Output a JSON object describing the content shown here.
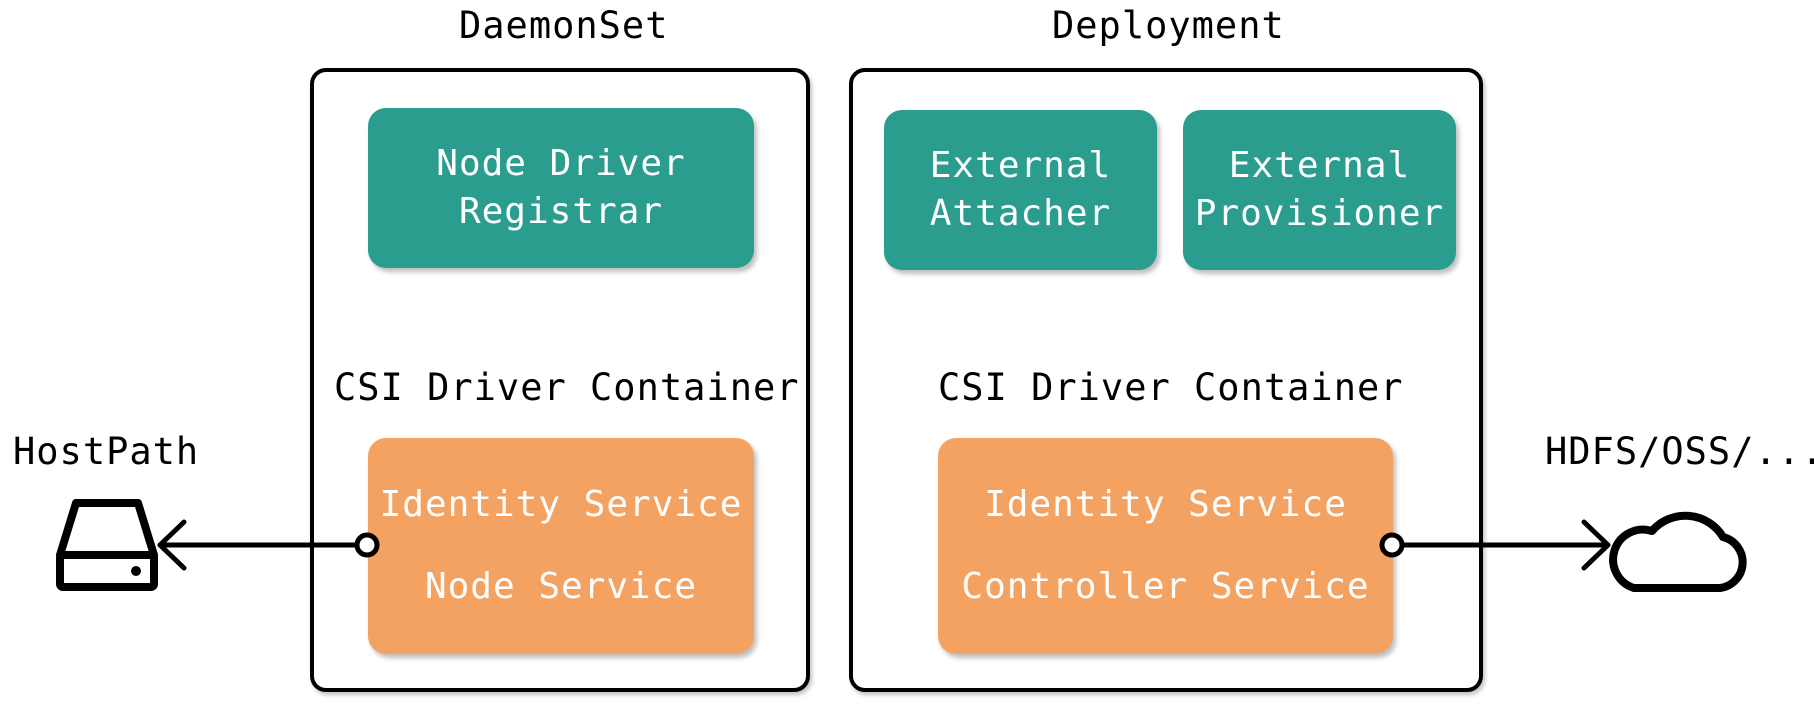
{
  "daemonset": {
    "title": "DaemonSet",
    "registrar": {
      "line1": "Node Driver",
      "line2": "Registrar"
    },
    "container_label": "CSI Driver Container",
    "services": {
      "line1": "Identity Service",
      "line2": "Node Service"
    }
  },
  "deployment": {
    "title": "Deployment",
    "attacher": {
      "line1": "External",
      "line2": "Attacher"
    },
    "provisioner": {
      "line1": "External",
      "line2": "Provisioner"
    },
    "container_label": "CSI Driver Container",
    "services": {
      "line1": "Identity Service",
      "line2": "Controller Service"
    }
  },
  "left_storage": {
    "label": "HostPath",
    "icon": "hard-drive-icon"
  },
  "right_storage": {
    "label": "HDFS/OSS/...",
    "icon": "cloud-icon"
  },
  "colors": {
    "teal": "#2a9d8f",
    "orange": "#f4a261",
    "stroke": "#000000"
  }
}
